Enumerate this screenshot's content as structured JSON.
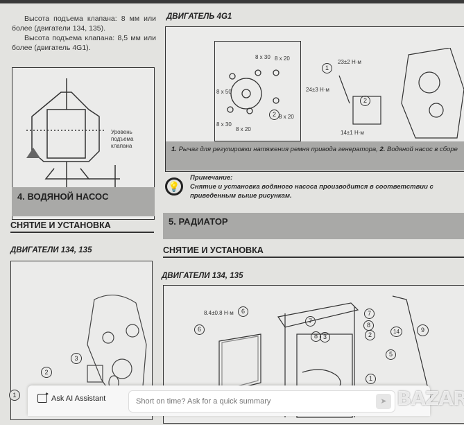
{
  "left_column": {
    "para1": "Высота подъема клапана: 8 мм или более (двигатели 134, 135).",
    "para2": "Высота подъема клапана: 8,5 мм или более (двигатель 4G1).",
    "thermostat_label": "Уровень подъема клапана",
    "section4_title": "4. ВОДЯНОЙ НАСОС",
    "removal_heading": "СНЯТИЕ И УСТАНОВКА",
    "engines_heading": "ДВИГАТЕЛИ 134, 135",
    "fig_callouts": [
      "1",
      "2",
      "3"
    ]
  },
  "right_column": {
    "engine_heading": "ДВИГАТЕЛЬ 4G1",
    "bolt_labels": [
      "8 x 30",
      "8 x 20",
      "8 x 50",
      "8 x 20",
      "8 x 30",
      "8 x 20"
    ],
    "torque_labels": [
      "23±2 Н·м",
      "24±3 Н·м",
      "14±1 Н·м"
    ],
    "callouts": [
      "1",
      "2",
      "2"
    ],
    "caption_n1": "1.",
    "caption_t1": " Рычаг для регулировки натяжения ремня привода генератора, ",
    "caption_n2": "2.",
    "caption_t2": " Водяной насос в сборе",
    "note_title": "Примечание:",
    "note_text": "Снятие и установка водяного насоса производится в соответствии с приведенным выше рисункам.",
    "section5_title": "5. РАДИАТОР",
    "removal_heading": "СНЯТИЕ И УСТАНОВКА",
    "engines_heading": "ДВИГАТЕЛИ 134, 135",
    "radiator_torque": "8.4±0.8 Н·м",
    "radiator_callouts": [
      "6",
      "6",
      "7",
      "7",
      "8",
      "8",
      "3",
      "2",
      "14",
      "9",
      "5",
      "1"
    ]
  },
  "ai_assistant": {
    "button_label": "Ask AI Assistant",
    "input_placeholder": "Short on time? Ask for a quick summary",
    "send_icon": "send-icon"
  },
  "watermark": "BAZAR"
}
